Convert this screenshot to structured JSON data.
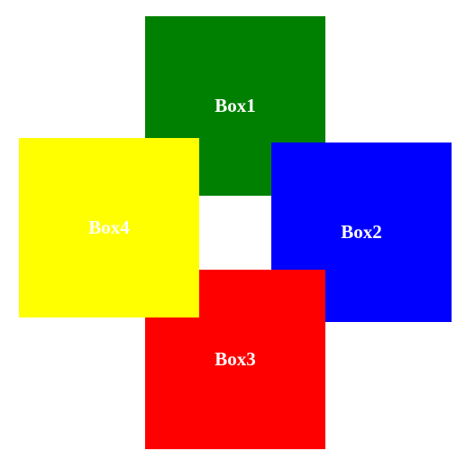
{
  "boxes": [
    {
      "label": "Box1",
      "color": "#008000"
    },
    {
      "label": "Box2",
      "color": "#0000ff"
    },
    {
      "label": "Box3",
      "color": "#ff0000"
    },
    {
      "label": "Box4",
      "color": "#ffff00"
    }
  ]
}
